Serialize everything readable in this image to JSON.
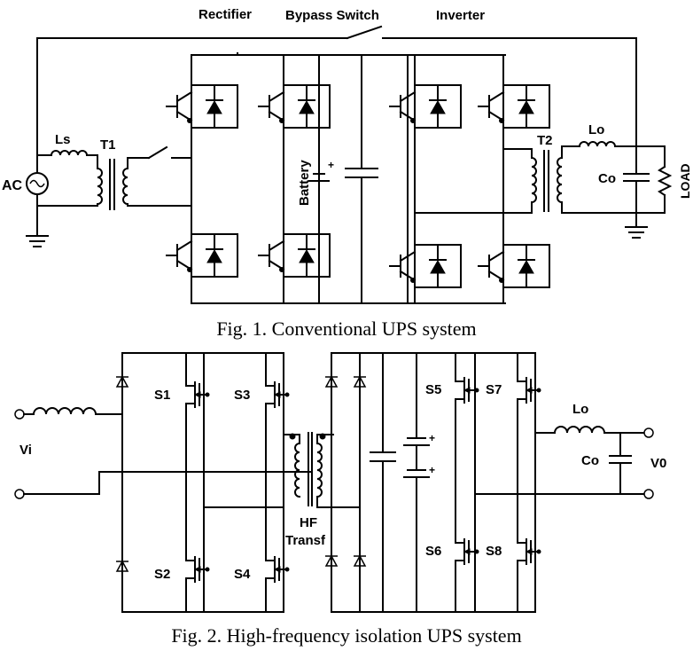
{
  "fig1": {
    "caption": "Fig. 1. Conventional UPS system",
    "labels": {
      "rectifier": "Rectifier",
      "bypass_switch": "Bypass Switch",
      "inverter": "Inverter",
      "source": "AC",
      "ls": "Ls",
      "t1": "T1",
      "battery": "Battery",
      "plus": "+",
      "t2": "T2",
      "lo": "Lo",
      "co": "Co",
      "load": "LOAD"
    }
  },
  "fig2": {
    "caption": "Fig. 2. High-frequency isolation UPS system",
    "labels": {
      "vi": "Vi",
      "s1": "S1",
      "s2": "S2",
      "s3": "S3",
      "s4": "S4",
      "s5": "S5",
      "s6": "S6",
      "s7": "S7",
      "s8": "S8",
      "hf": "HF",
      "transf": "Transf",
      "lo": "Lo",
      "co": "Co",
      "v0": "V0",
      "plus1": "+",
      "plus2": "+"
    }
  },
  "colors": {
    "ink": "#000000",
    "background": "#ffffff"
  }
}
